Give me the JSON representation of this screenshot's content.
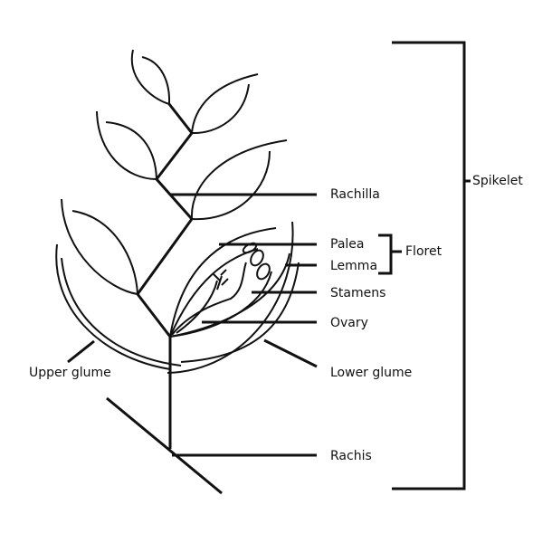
{
  "labels": {
    "spikelet": "Spikelet",
    "rachilla": "Rachilla",
    "palea": "Palea",
    "floret": "Floret",
    "lemma": "Lemma",
    "stamens": "Stamens",
    "ovary": "Ovary",
    "upper_glume": "Upper glume",
    "lower_glume": "Lower glume",
    "rachis": "Rachis"
  }
}
